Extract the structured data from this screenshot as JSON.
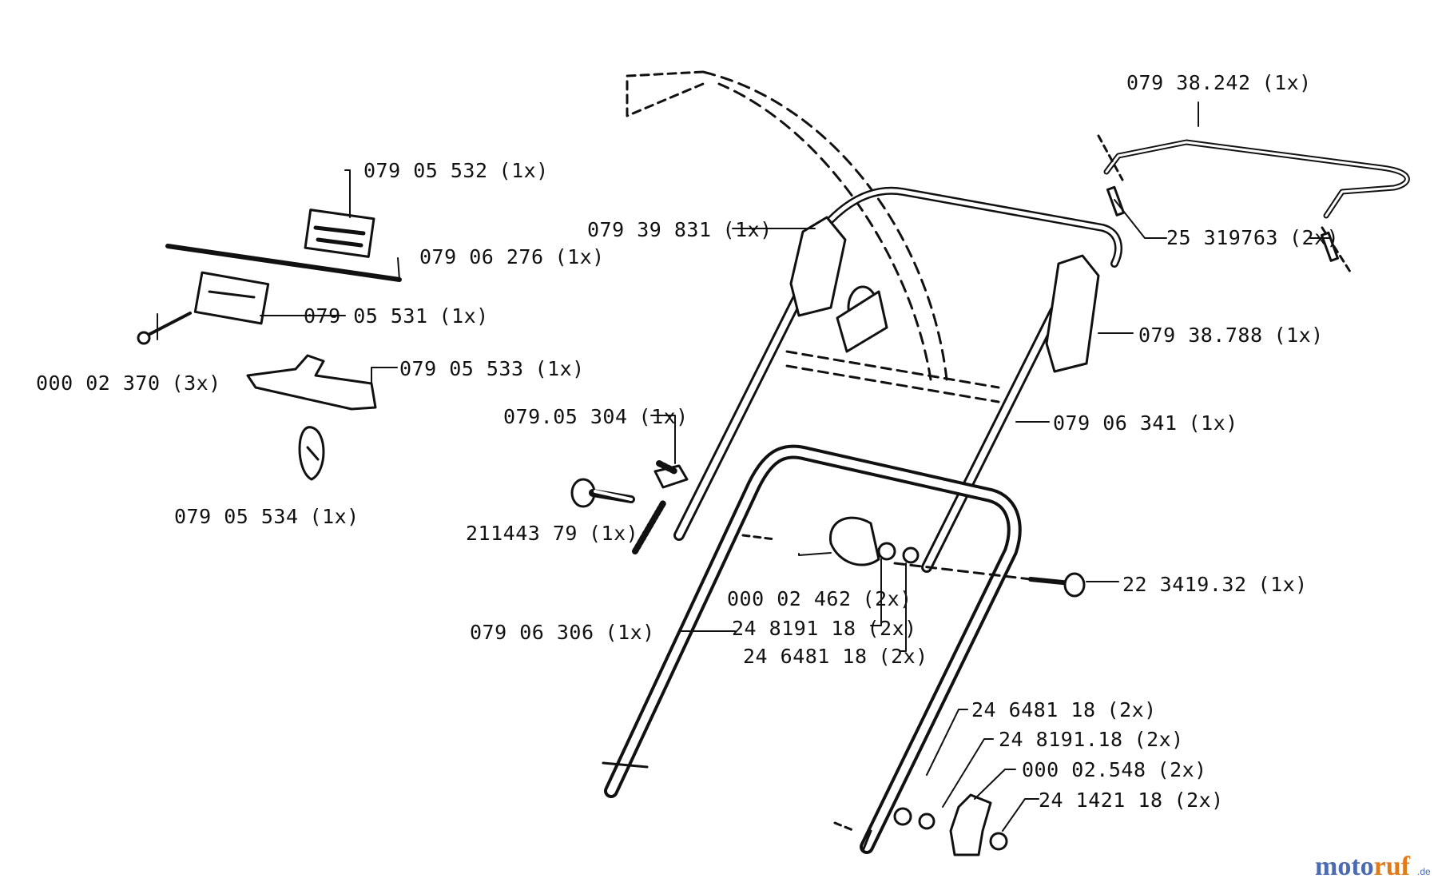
{
  "parts": [
    {
      "id": "p1",
      "number": "079 05 532",
      "qty": "(1x)"
    },
    {
      "id": "p2",
      "number": "079 06 276",
      "qty": "(1x)"
    },
    {
      "id": "p3",
      "number": "079 05 531",
      "qty": "(1x)"
    },
    {
      "id": "p4",
      "number": "000 02 370",
      "qty": "(3x)"
    },
    {
      "id": "p5",
      "number": "079 05 533",
      "qty": "(1x)"
    },
    {
      "id": "p6",
      "number": "079 05 534",
      "qty": "(1x)"
    },
    {
      "id": "p7",
      "number": "079 39 831",
      "qty": "(1x)"
    },
    {
      "id": "p8",
      "number": "079 38.242",
      "qty": "(1x)"
    },
    {
      "id": "p9",
      "number": "25 319763",
      "qty": "(2x)"
    },
    {
      "id": "p10",
      "number": "079 38.788",
      "qty": "(1x)"
    },
    {
      "id": "p11",
      "number": "079 06 341",
      "qty": "(1x)"
    },
    {
      "id": "p12",
      "number": "079.05 304",
      "qty": "(1x)"
    },
    {
      "id": "p13",
      "number": "211443 79",
      "qty": "(1x)"
    },
    {
      "id": "p14",
      "number": "000 02 462",
      "qty": "(2x)"
    },
    {
      "id": "p15",
      "number": "24 8191 18",
      "qty": "(2x)"
    },
    {
      "id": "p16",
      "number": "24 6481 18",
      "qty": "(2x)"
    },
    {
      "id": "p17",
      "number": "22 3419.32",
      "qty": "(1x)"
    },
    {
      "id": "p18",
      "number": "079 06 306",
      "qty": "(1x)"
    },
    {
      "id": "p19",
      "number": "24 6481 18",
      "qty": "(2x)"
    },
    {
      "id": "p20",
      "number": "24 8191.18",
      "qty": "(2x)"
    },
    {
      "id": "p21",
      "number": "000 02.548",
      "qty": "(2x)"
    },
    {
      "id": "p22",
      "number": "24 1421 18",
      "qty": "(2x)"
    }
  ],
  "watermark": {
    "text": "motoruf",
    "tld": ".de"
  },
  "colors": {
    "ink": "#111111",
    "watermark_blue": "#4a6bb0",
    "watermark_orange": "#e07b1a",
    "background": "#ffffff"
  }
}
